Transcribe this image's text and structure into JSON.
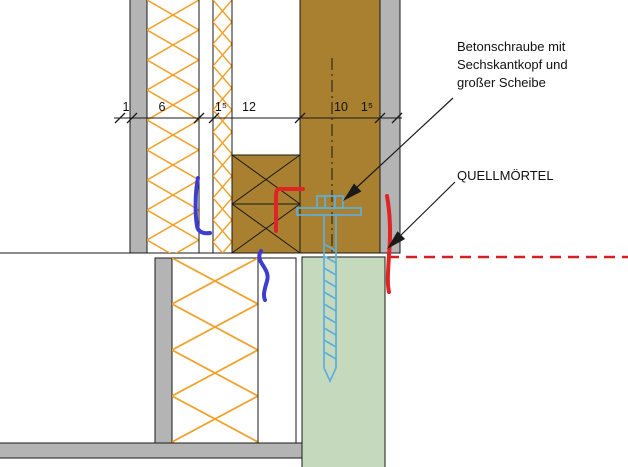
{
  "annotations": {
    "screw_note": "Betonschraube mit\nSechskantkopf und\ngroßer Scheibe",
    "mortar_note": "QUELLMÖRTEL"
  },
  "dimensions": {
    "labels": [
      "1",
      "6",
      "1⁵",
      "12",
      "10",
      "1⁵"
    ]
  },
  "colors": {
    "insulation_orange": "#F0A22C",
    "timber_brown": "#A8802F",
    "concrete_green": "#C5D9BC",
    "layer_gray": "#B4B4B4",
    "screw_blue": "#5FAEDC",
    "marker_red": "#E02424",
    "marker_blue": "#3D3DCE",
    "dashed_red": "#D42020",
    "line_black": "#1A1A1A"
  }
}
